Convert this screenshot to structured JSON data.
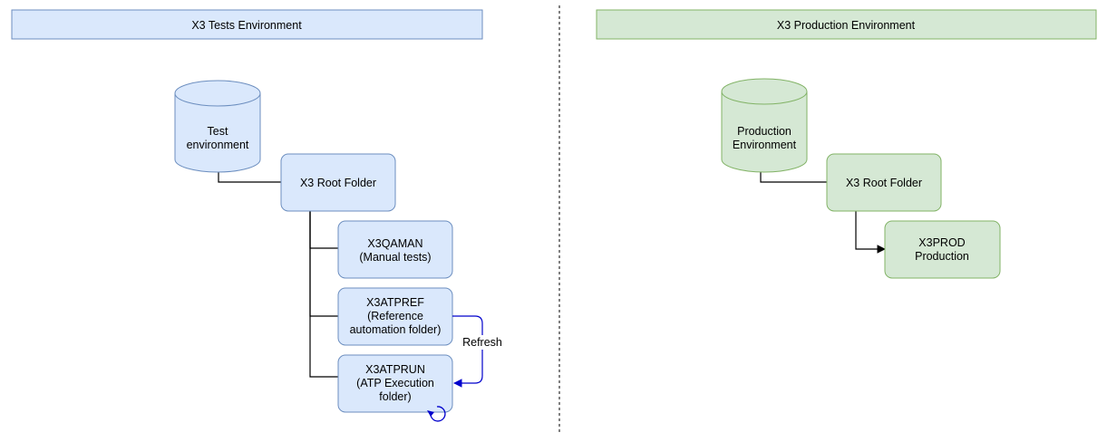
{
  "tests_env": {
    "header": "X3 Tests Environment",
    "database": [
      "Test",
      "environment"
    ],
    "root_folder": "X3 Root Folder",
    "folders": [
      {
        "lines": [
          "X3QAMAN",
          "(Manual tests)"
        ]
      },
      {
        "lines": [
          "X3ATPREF",
          "(Reference",
          "automation folder)"
        ]
      },
      {
        "lines": [
          "X3ATPRUN",
          "(ATP Execution",
          "folder)"
        ]
      }
    ],
    "refresh_label": "Refresh"
  },
  "prod_env": {
    "header": "X3 Production Environment",
    "database": [
      "Production",
      "Environment"
    ],
    "root_folder": "X3 Root Folder",
    "folder": [
      "X3PROD",
      "Production"
    ]
  },
  "colors": {
    "blue_fill": "#dae8fc",
    "blue_stroke": "#6c8ebf",
    "green_fill": "#d5e8d4",
    "green_stroke": "#82b366",
    "refresh_arrow": "#0000cc"
  }
}
